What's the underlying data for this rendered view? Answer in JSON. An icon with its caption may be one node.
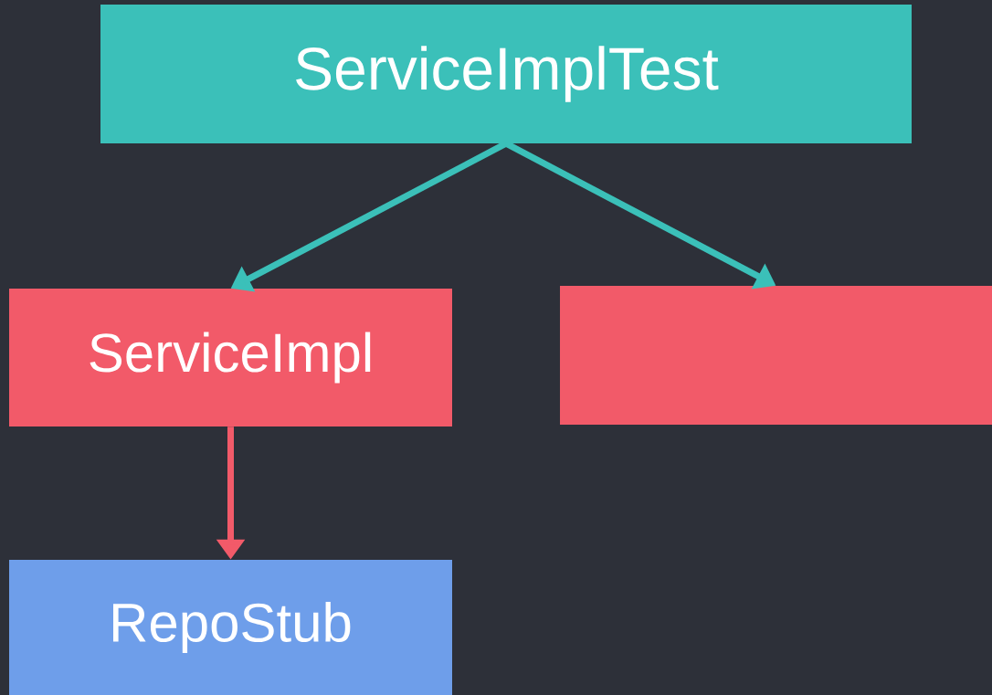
{
  "diagram": {
    "nodes": [
      {
        "text": [
          "ServiceImplTest"
        ]
      },
      {
        "text": [
          "ServiceImpl"
        ]
      },
      {
        "text": [],
        "shape": "box"
      },
      {
        "text": [
          "RepoStub"
        ]
      }
    ],
    "edges": [
      {
        "from": 0,
        "to": 1,
        "arrow": "to"
      },
      {
        "from": 0,
        "to": 2,
        "arrow": "to"
      },
      {
        "from": 1,
        "to": 3,
        "arrow": "to",
        "color": "#f25a69"
      }
    ]
  }
}
